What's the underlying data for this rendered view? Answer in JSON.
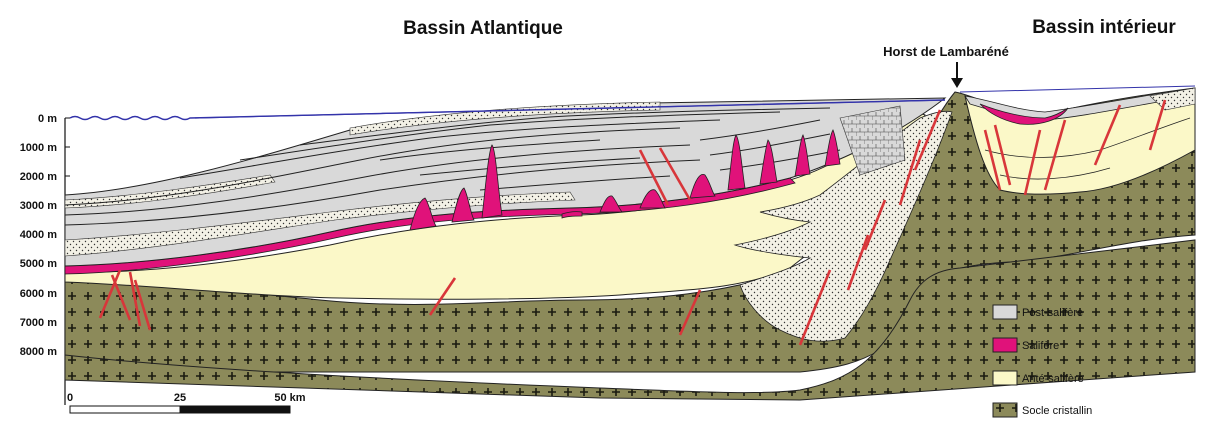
{
  "titles": {
    "atlantic": "Bassin Atlantique",
    "interior": "Bassin intérieur",
    "horst": "Horst de Lambaréné"
  },
  "depth_axis": {
    "labels": [
      "0 m",
      "1000 m",
      "2000 m",
      "3000 m",
      "4000 m",
      "5000 m",
      "6000 m",
      "7000 m",
      "8000 m"
    ]
  },
  "scale_bar": {
    "labels": [
      "0",
      "25",
      "50 km"
    ]
  },
  "legend": {
    "items": [
      {
        "label": "Post-salifère",
        "color": "#d9d9d9"
      },
      {
        "label": "Salifère",
        "color": "#e0127a"
      },
      {
        "label": "Anté-salifère",
        "color": "#fbf8c8"
      },
      {
        "label": "Socle cristallin",
        "color": "#8c8a5a"
      }
    ]
  },
  "colors": {
    "post_salifere": "#d9d9d9",
    "salifere": "#e0127a",
    "ante_salifere": "#fbf8c8",
    "socle": "#8c8a5a",
    "faults": "#d8363a",
    "sea": "#3333aa"
  }
}
